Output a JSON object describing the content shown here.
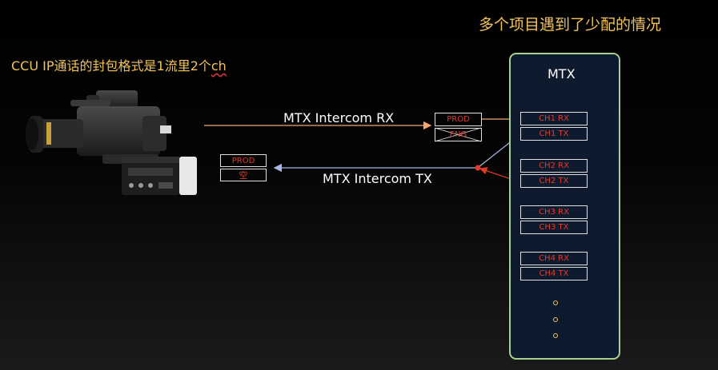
{
  "header": {
    "right_title": "多个项目遇到了少配的情况",
    "left_title_main": "CCU IP通话的封包格式是1流里2个",
    "left_title_ch": "ch"
  },
  "labels": {
    "rx_arrow": "MTX Intercom RX",
    "tx_arrow": "MTX Intercom TX"
  },
  "rx_packet": [
    "PROD",
    "ENG"
  ],
  "tx_packet": [
    "PROD",
    "空"
  ],
  "mtx": {
    "title": "MTX",
    "channels": [
      {
        "rx": "CH1 RX",
        "tx": "CH1 TX"
      },
      {
        "rx": "CH2 RX",
        "tx": "CH2 TX"
      },
      {
        "rx": "CH3 RX",
        "tx": "CH3 TX"
      },
      {
        "rx": "CH4 RX",
        "tx": "CH4 TX"
      }
    ]
  },
  "colors": {
    "accent_text": "#f2c35a",
    "box_text": "#e23b2e",
    "mtx_border": "#a7cf8e",
    "rx_arrow": "#f4a56a",
    "tx_arrow": "#a9b8e6"
  },
  "icons": [
    "broadcast-camera-icon",
    "ccu-unit-icon"
  ]
}
